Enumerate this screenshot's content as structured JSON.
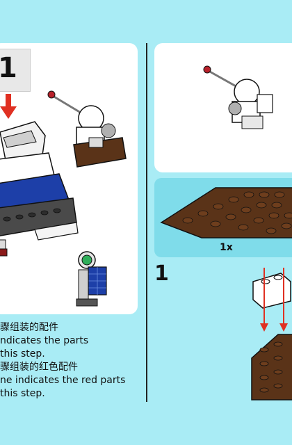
{
  "step_badge": {
    "number": "1"
  },
  "parts_box": {
    "quantity": "1x"
  },
  "next_step": {
    "number": "1"
  },
  "legend": {
    "line1_cn": "骤组装的配件",
    "line1_en": "ndicates the parts",
    "line1_en2": "this step.",
    "line2_cn": "骤组装的红色配件",
    "line2_en": "ne indicates the red parts",
    "line2_en2": "this step."
  },
  "colors": {
    "background": "#a9ecf5",
    "panel": "#ffffff",
    "parts_box": "#7fdcea",
    "brick_brown": "#5a3318",
    "arrow_red": "#e03022",
    "lego_blue": "#1d3fa8"
  }
}
